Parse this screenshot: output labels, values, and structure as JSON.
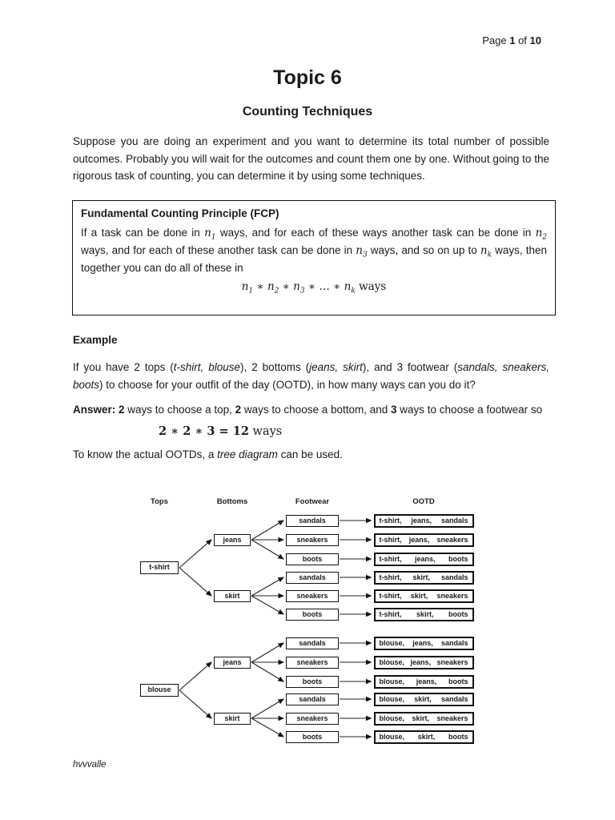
{
  "page": {
    "number_segments": [
      {
        "text": "Page "
      },
      {
        "bold": "1"
      },
      {
        "text": " of "
      },
      {
        "bold": "10"
      }
    ],
    "footer": "hvvvalle"
  },
  "title": "Topic 6",
  "subtitle": "Counting Techniques",
  "intro": "Suppose you are doing an experiment and you want to determine its total number of possible outcomes. Probably you will wait for the outcomes and count them one by one. Without going to the rigorous task of counting, you can determine it by using some techniques.",
  "fcp": {
    "title": "Fundamental Counting Principle (FCP)",
    "body_segments": [
      {
        "text": "If a task can be done in "
      },
      {
        "math": "n",
        "sub": "1"
      },
      {
        "text": " ways, and for each of these ways another task can be done in "
      },
      {
        "math": "n",
        "sub": "2"
      },
      {
        "text": " ways, and for each of these another task can be done in "
      },
      {
        "math": "n",
        "sub": "3"
      },
      {
        "text": " ways, and so on up to "
      },
      {
        "math": "n",
        "sub": "k"
      },
      {
        "text": " ways, then together you can do all of these in"
      }
    ],
    "formula_segments": [
      {
        "math": "n",
        "sub": "1"
      },
      {
        "text": " ∗ "
      },
      {
        "math": "n",
        "sub": "2"
      },
      {
        "text": " ∗ "
      },
      {
        "math": "n",
        "sub": "3"
      },
      {
        "text": " ∗ … ∗ "
      },
      {
        "math": "n",
        "sub": "k"
      },
      {
        "text": " ways"
      }
    ]
  },
  "example": {
    "heading": "Example",
    "question_segments": [
      {
        "text": "If you have 2 tops ("
      },
      {
        "italic": "t-shirt, blouse"
      },
      {
        "text": "), 2 bottoms ("
      },
      {
        "italic": "jeans, skirt"
      },
      {
        "text": "), and 3 footwear ("
      },
      {
        "italic": "sandals, sneakers, boots"
      },
      {
        "text": ") to choose for your outfit of the day (OOTD), in how many ways can you do it?"
      }
    ],
    "answer_segments": [
      {
        "bold": "Answer:"
      },
      {
        "text": "  "
      },
      {
        "bold": "2"
      },
      {
        "text": " ways to choose a top, "
      },
      {
        "bold": "2"
      },
      {
        "text": " ways to choose a bottom, and "
      },
      {
        "bold": "3"
      },
      {
        "text": " ways to choose a footwear so"
      }
    ],
    "equation_segments": [
      {
        "matheq": "2 ∗ 2 ∗ 3 = 12"
      },
      {
        "text": " ways"
      }
    ],
    "tree_intro_segments": [
      {
        "text": "To know the actual OOTDs, a "
      },
      {
        "italic": "tree diagram"
      },
      {
        "text": " can be used."
      }
    ]
  },
  "tree": {
    "column_headers": [
      "Tops",
      "Bottoms",
      "Footwear",
      "OOTD"
    ],
    "tops": [
      {
        "label": "t-shirt",
        "bottoms": [
          {
            "label": "jeans",
            "leaves": [
              {
                "footwear": "sandals",
                "ootd": [
                  "t-shirt,",
                  "jeans,",
                  "sandals"
                ]
              },
              {
                "footwear": "sneakers",
                "ootd": [
                  "t-shirt,",
                  "jeans,",
                  "sneakers"
                ]
              },
              {
                "footwear": "boots",
                "ootd": [
                  "t-shirt,",
                  "jeans,",
                  "boots"
                ]
              }
            ]
          },
          {
            "label": "skirt",
            "leaves": [
              {
                "footwear": "sandals",
                "ootd": [
                  "t-shirt,",
                  "skirt,",
                  "sandals"
                ]
              },
              {
                "footwear": "sneakers",
                "ootd": [
                  "t-shirt,",
                  "skirt,",
                  "sneakers"
                ]
              },
              {
                "footwear": "boots",
                "ootd": [
                  "t-shirt,",
                  "skirt,",
                  "boots"
                ]
              }
            ]
          }
        ]
      },
      {
        "label": "blouse",
        "bottoms": [
          {
            "label": "jeans",
            "leaves": [
              {
                "footwear": "sandals",
                "ootd": [
                  "blouse,",
                  "jeans,",
                  "sandals"
                ]
              },
              {
                "footwear": "sneakers",
                "ootd": [
                  "blouse,",
                  "jeans,",
                  "sneakers"
                ]
              },
              {
                "footwear": "boots",
                "ootd": [
                  "blouse,",
                  "jeans,",
                  "boots"
                ]
              }
            ]
          },
          {
            "label": "skirt",
            "leaves": [
              {
                "footwear": "sandals",
                "ootd": [
                  "blouse,",
                  "skirt,",
                  "sandals"
                ]
              },
              {
                "footwear": "sneakers",
                "ootd": [
                  "blouse,",
                  "skirt,",
                  "sneakers"
                ]
              },
              {
                "footwear": "boots",
                "ootd": [
                  "blouse,",
                  "skirt,",
                  "boots"
                ]
              }
            ]
          }
        ]
      }
    ]
  },
  "colors": {
    "text": "#1a1a1a",
    "border": "#111111",
    "background": "#ffffff"
  }
}
